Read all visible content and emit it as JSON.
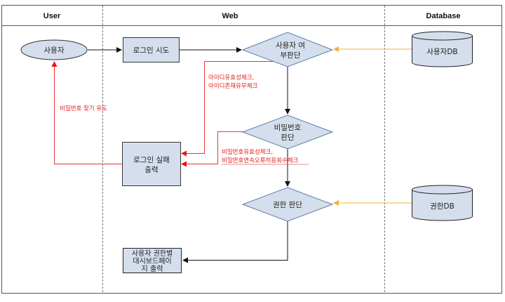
{
  "lanes": [
    {
      "title": "User"
    },
    {
      "title": "Web"
    },
    {
      "title": "Database"
    }
  ],
  "nodes": {
    "user": {
      "type": "ellipse",
      "label": "사용자"
    },
    "login_attempt": {
      "type": "process",
      "label": "로그인 시도"
    },
    "user_check": {
      "type": "decision",
      "lines": [
        "사용자 여",
        "부판단"
      ]
    },
    "user_db": {
      "type": "database",
      "label": "사용자DB"
    },
    "password_check": {
      "type": "decision",
      "lines": [
        "비밀번호",
        "판단"
      ]
    },
    "login_fail": {
      "type": "process",
      "lines": [
        "로그인 실패",
        "출력"
      ]
    },
    "permission_check": {
      "type": "decision",
      "label": "권한 판단"
    },
    "permission_db": {
      "type": "database",
      "label": "권한DB"
    },
    "dashboard": {
      "type": "process",
      "lines": [
        "사용자 권한별",
        "대시보드페이",
        "지 출력"
      ]
    }
  },
  "notes": {
    "id_check": [
      "아이디유효성체크,",
      "아이디존재유무체크"
    ],
    "pw_check": [
      "비밀번호유효성체크,",
      "비밀번호연속오류허용회수체크"
    ],
    "find_password": "비밀번호 찾기 유도"
  },
  "colors": {
    "node_fill": "#d5deec",
    "decision_stroke": "#5a7fa6",
    "edge_normal": "#111111",
    "edge_error": "#ee3333",
    "edge_db": "#f5b335",
    "note_text": "#e0201e"
  }
}
